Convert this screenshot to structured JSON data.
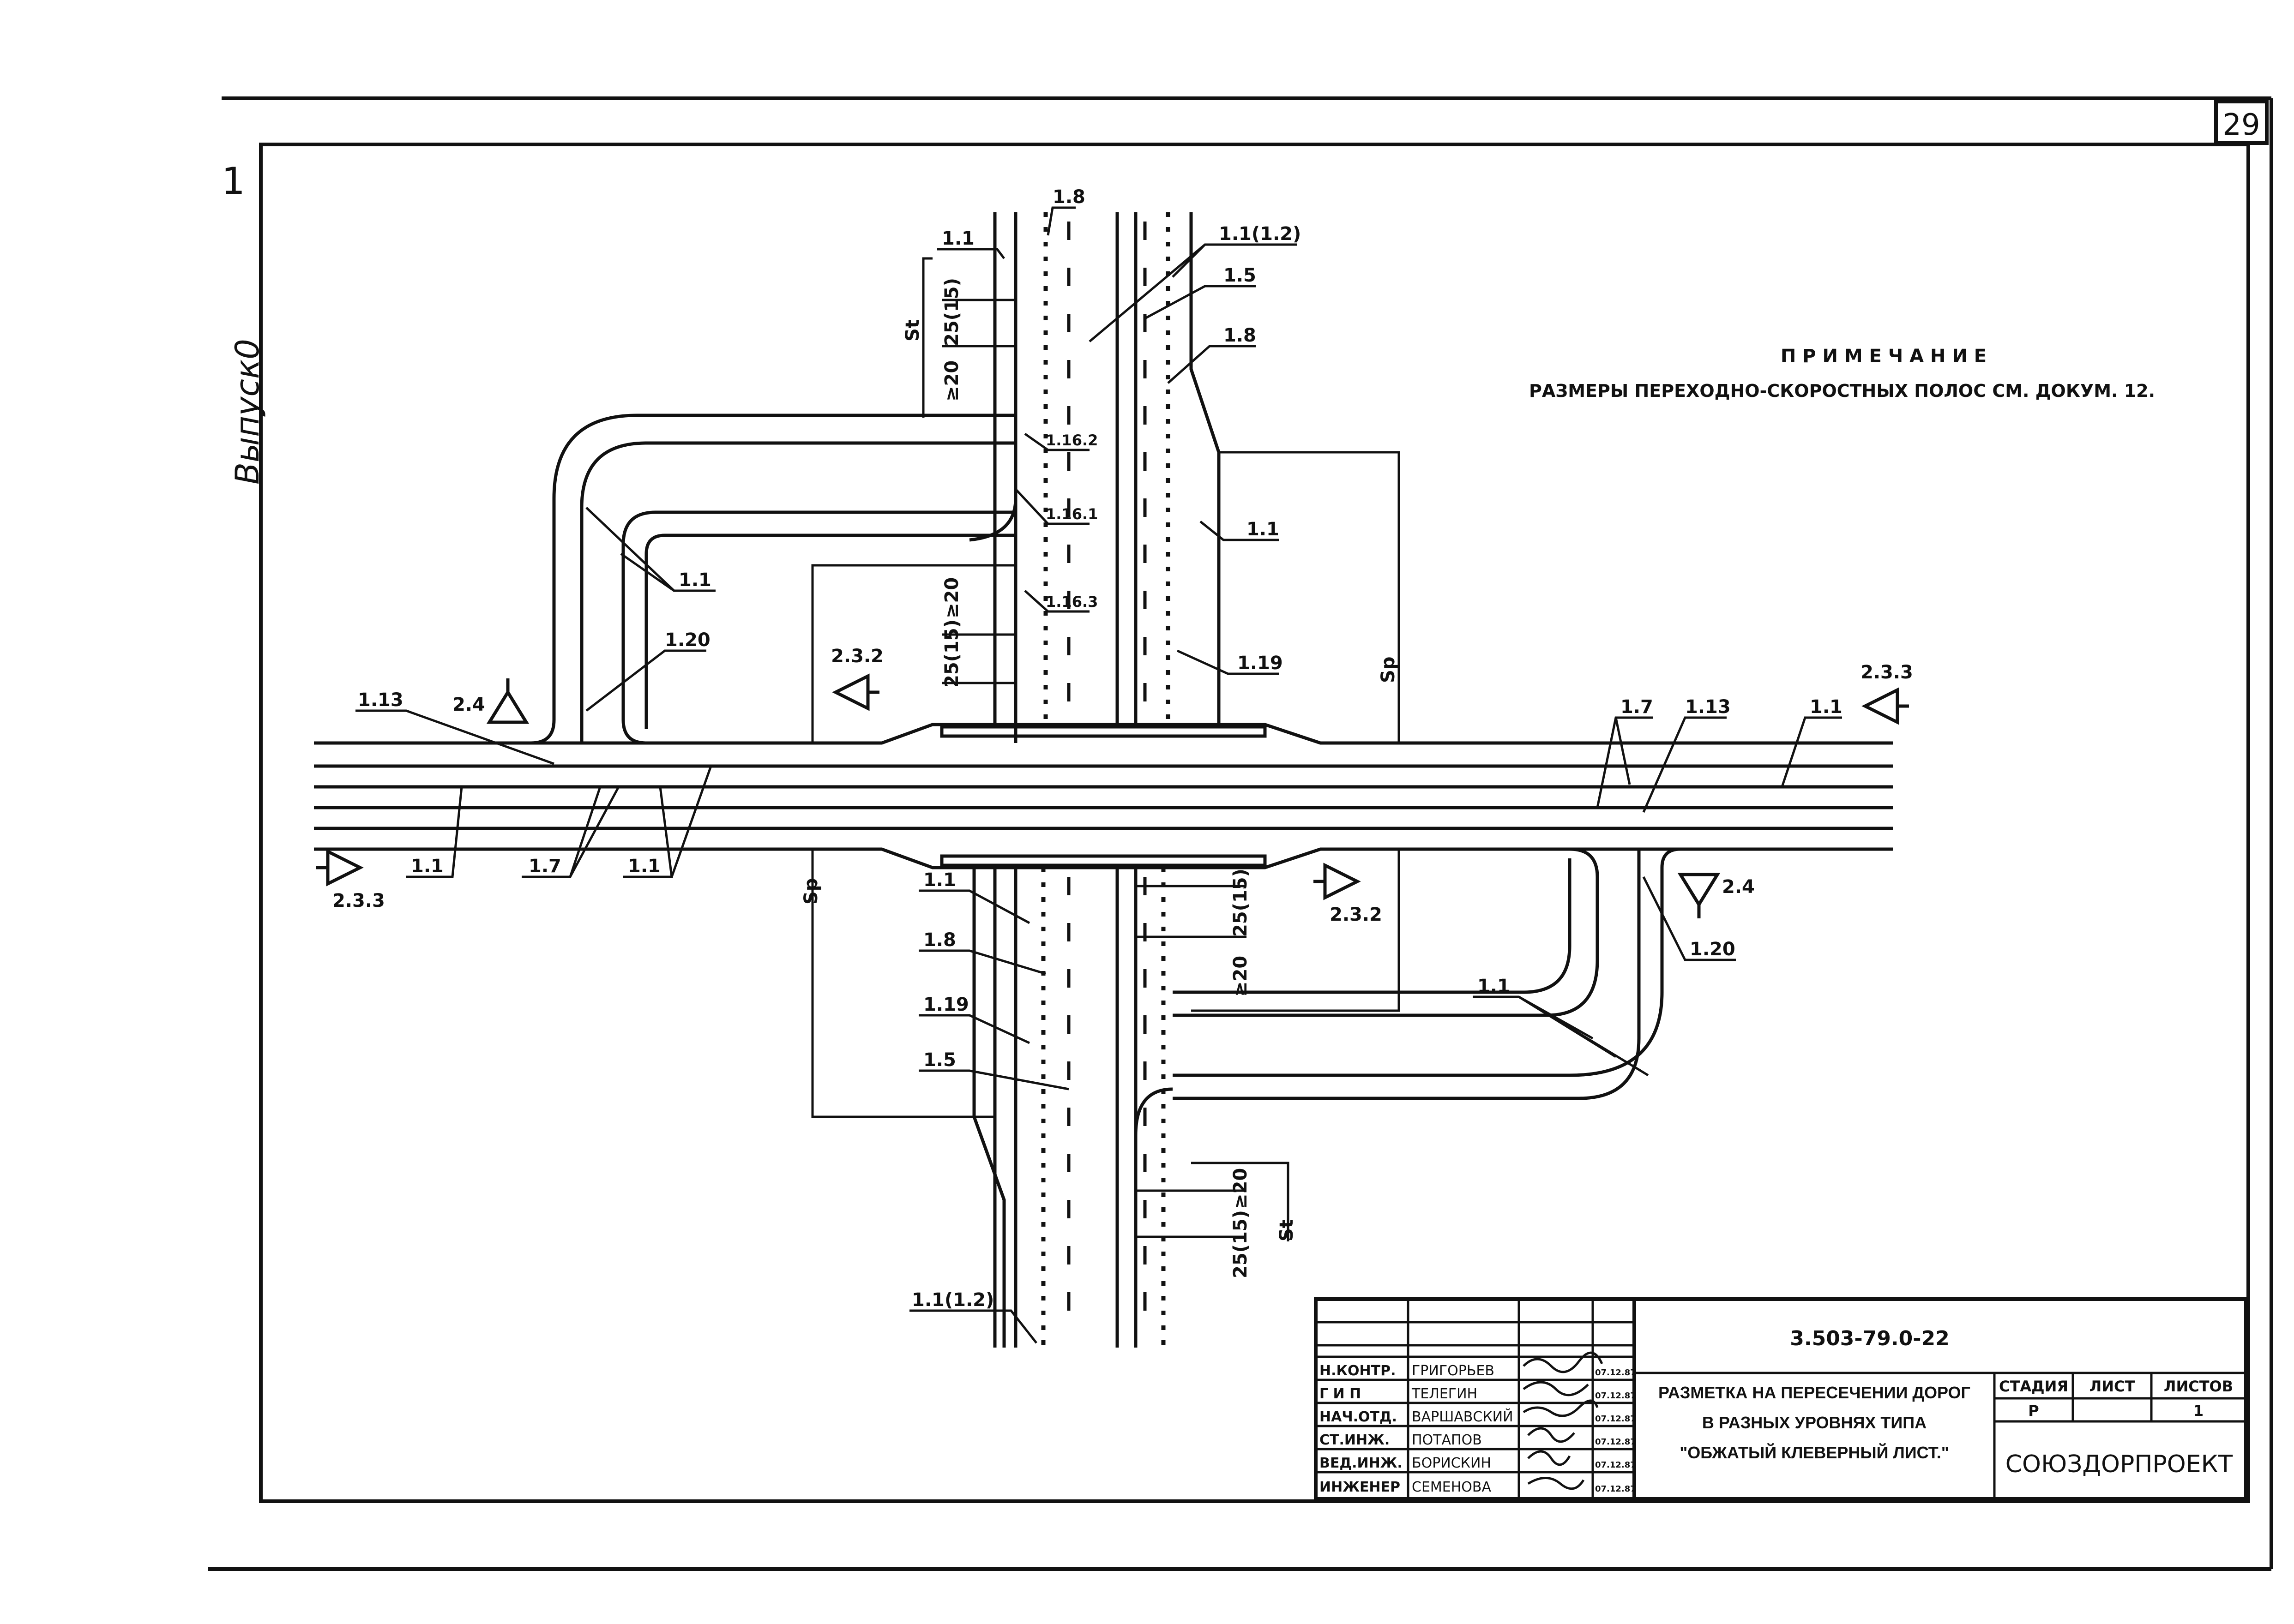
{
  "sheet_number": "29",
  "margin_number": "1",
  "vypusk": "Выпуск0",
  "note": {
    "title": "П Р И М Е Ч А Н И Е",
    "text": "РАЗМЕРЫ ПЕРЕХОДНО-СКОРОСТНЫХ ПОЛОС СМ. ДОКУМ. 12."
  },
  "markings": {
    "m1_1": "1.1",
    "m1_1_1_2": "1.1(1.2)",
    "m1_5": "1.5",
    "m1_7": "1.7",
    "m1_8": "1.8",
    "m1_13": "1.13",
    "m1_16_1": "1.16.1",
    "m1_16_2": "1.16.2",
    "m1_16_3": "1.16.3",
    "m1_19": "1.19",
    "m1_20": "1.20"
  },
  "signs": {
    "s2_4": "2.4",
    "s2_3_2": "2.3.2",
    "s2_3_3": "2.3.3"
  },
  "dims": {
    "st": "St",
    "sp": "Sp",
    "d20": "≥20",
    "d25": "25(15)"
  },
  "title_block": {
    "doc_code": "3.503-79.0-22",
    "title_line1": "РАЗМЕТКА НА ПЕРЕСЕЧЕНИИ ДОРОГ",
    "title_line2": "В РАЗНЫХ УРОВНЯХ ТИПА",
    "title_line3": "\"ОБЖАТЫЙ КЛЕВЕРНЫЙ ЛИСТ.\"",
    "col_stage": "СТАДИЯ",
    "col_sheet": "ЛИСТ",
    "col_sheets": "ЛИСТОВ",
    "stage": "Р",
    "sheets": "1",
    "org": "СОЮЗДОРПРОЕКТ",
    "staff": [
      {
        "role": "Н.КОНТР.",
        "name": "ГРИГОРЬЕВ",
        "date": "07.12.87"
      },
      {
        "role": "Г И П",
        "name": "ТЕЛЕГИН",
        "date": "07.12.87"
      },
      {
        "role": "НАЧ.ОТД.",
        "name": "ВАРШАВСКИЙ",
        "date": "07.12.87"
      },
      {
        "role": "СТ.ИНЖ.",
        "name": "ПОТАПОВ",
        "date": "07.12.87"
      },
      {
        "role": "ВЕД.ИНЖ.",
        "name": "БОРИСКИН",
        "date": "07.12.87"
      },
      {
        "role": "ИНЖЕНЕР",
        "name": "СЕМЕНОВА",
        "date": "07.12.87"
      }
    ]
  }
}
